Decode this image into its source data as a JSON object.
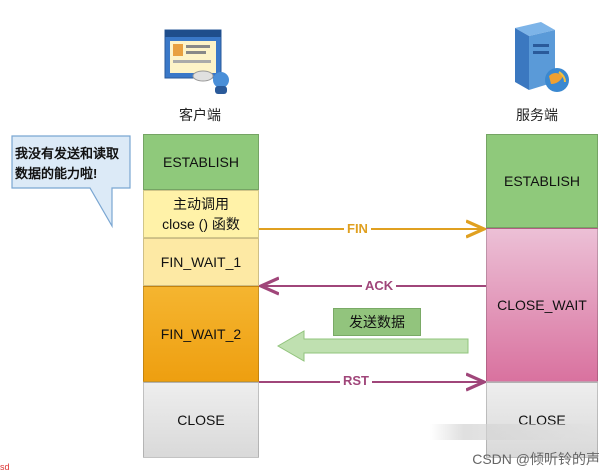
{
  "client": {
    "title": "客户端",
    "states": {
      "establish": "ESTABLISH",
      "close_call_line1": "主动调用",
      "close_call_line2": "close () 函数",
      "fin_wait_1": "FIN_WAIT_1",
      "fin_wait_2": "FIN_WAIT_2",
      "close": "CLOSE"
    }
  },
  "server": {
    "title": "服务端",
    "states": {
      "establish": "ESTABLISH",
      "close_wait": "CLOSE_WAIT",
      "close": "CLOSE"
    }
  },
  "bubble": {
    "line1": "我没有发送和读取",
    "line2": "数据的能力啦!"
  },
  "messages": {
    "fin": "FIN",
    "ack": "ACK",
    "rst": "RST",
    "send_data": "发送数据"
  },
  "colors": {
    "establish": "#8fc97b",
    "close_call": "#fff2a8",
    "fin_wait_1": "#fde9a4",
    "fin_wait_2": "#f2a81a",
    "close": "#e4e4e4",
    "close_wait": "#e38db6",
    "fin_arrow": "#e0a020",
    "ack_arrow": "#a0467a",
    "rst_arrow": "#a0467a",
    "send_arrow": "#92c47d"
  },
  "icons": {
    "client": "computer-window-icon",
    "server": "server-tower-icon"
  },
  "watermark": "CSDN @倾听铃的声",
  "corner_mark": "sd"
}
